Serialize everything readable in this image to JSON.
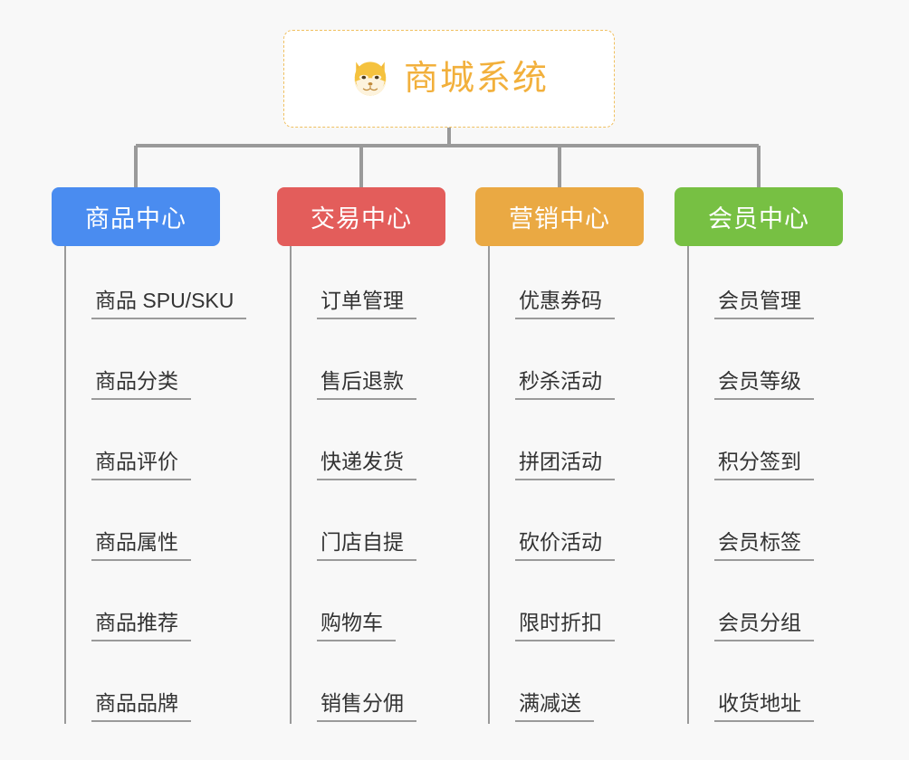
{
  "page": {
    "background_color": "#f8f8f8",
    "title": "商城系统"
  },
  "root": {
    "label": "商城系统",
    "icon": "shiba-dog-icon",
    "text_color": "#f2b03c",
    "border_color": "#f0c060",
    "background_color": "#ffffff"
  },
  "connector": {
    "color": "#9a9a9a"
  },
  "branches": [
    {
      "label": "商品中心",
      "color": "#4a8cf0",
      "items": [
        "商品 SPU/SKU",
        "商品分类",
        "商品评价",
        "商品属性",
        "商品推荐",
        "商品品牌"
      ]
    },
    {
      "label": "交易中心",
      "color": "#e35d5b",
      "items": [
        "订单管理",
        "售后退款",
        "快递发货",
        "门店自提",
        "购物车",
        "销售分佣"
      ]
    },
    {
      "label": "营销中心",
      "color": "#eaa943",
      "items": [
        "优惠券码",
        "秒杀活动",
        "拼团活动",
        "砍价活动",
        "限时折扣",
        "满减送"
      ]
    },
    {
      "label": "会员中心",
      "color": "#77c043",
      "items": [
        "会员管理",
        "会员等级",
        "积分签到",
        "会员标签",
        "会员分组",
        "收货地址"
      ]
    }
  ]
}
